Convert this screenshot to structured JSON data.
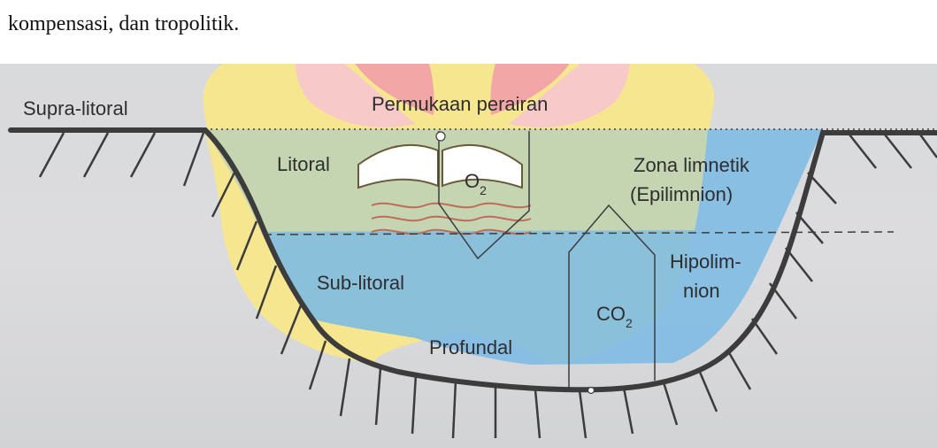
{
  "intro_text": "kompensasi, dan tropolitik.",
  "labels": {
    "supra_litoral": "Supra-litoral",
    "permukaan": "Permukaan perairan",
    "litoral": "Litoral",
    "o2_base": "O",
    "o2_sub": "2",
    "zona_line1": "Zona limnetik",
    "zona_line2": "(Epilimnion)",
    "hipo_line1": "Hipolim-",
    "hipo_line2": "nion",
    "sub_litoral": "Sub-litoral",
    "co2_base": "CO",
    "co2_sub": "2",
    "profundal": "Profundal"
  },
  "colors": {
    "water": "#7fbbe3",
    "logo_yellow": "#f6e690",
    "logo_pink": "#f2a6a6",
    "logo_pink_light": "#f7c9c9",
    "line": "#3c3c3c"
  },
  "logo": {
    "description_icon": "university-lotus-book-watermark-icon"
  }
}
